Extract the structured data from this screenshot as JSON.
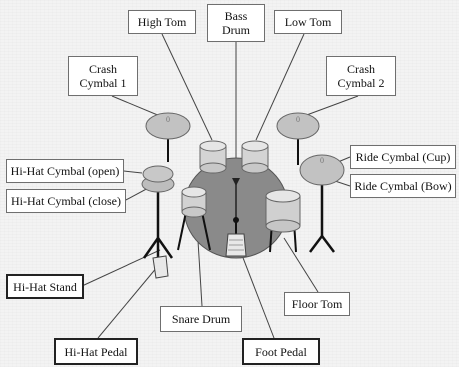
{
  "labels": {
    "high_tom": "High Tom",
    "bass_drum": "Bass\nDrum",
    "low_tom": "Low Tom",
    "crash_1": "Crash\nCymbal 1",
    "crash_2": "Crash\nCymbal 2",
    "hihat_open": "Hi-Hat Cymbal (open)",
    "hihat_close": "Hi-Hat Cymbal (close)",
    "ride_cup": "Ride Cymbal (Cup)",
    "ride_bow": "Ride Cymbal (Bow)",
    "hihat_stand": "Hi-Hat Stand",
    "hihat_pedal": "Hi-Hat Pedal",
    "snare_drum": "Snare Drum",
    "foot_pedal": "Foot Pedal",
    "floor_tom": "Floor Tom"
  },
  "colors": {
    "cymbal": "#c2c2c2",
    "drum_shell": "#8a8a8a",
    "drum_head": "#e0e0e0",
    "stand": "#111111",
    "line": "#444444"
  }
}
